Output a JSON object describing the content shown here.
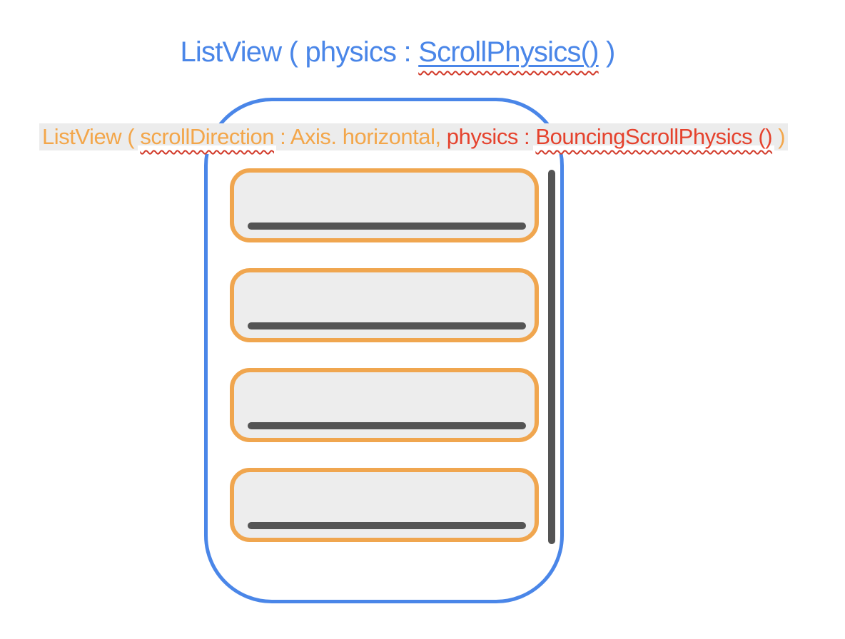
{
  "title": {
    "prefix": "ListView ( physics : ",
    "code": "ScrollPhysics()",
    "suffix": " )"
  },
  "caption": {
    "part1": "ListView ( ",
    "misspelled_word": "scrollDirection",
    "part2": " : Axis. horizontal, ",
    "red_prefix": "physics : ",
    "red_code": "BouncingScrollPhysics ()",
    "suffix": " )"
  },
  "phone": {
    "item_count": 4
  },
  "colors": {
    "blue": "#4A86E8",
    "orange_text": "#F3A64A",
    "red_text": "#E5422D",
    "squiggle": "#D23A2A",
    "item_border": "#F0A64F",
    "item_fill": "#EDEDED",
    "bar_gray": "#545454",
    "scrollbar_gray": "#545454",
    "highlight_bg": "#ECECEC"
  }
}
